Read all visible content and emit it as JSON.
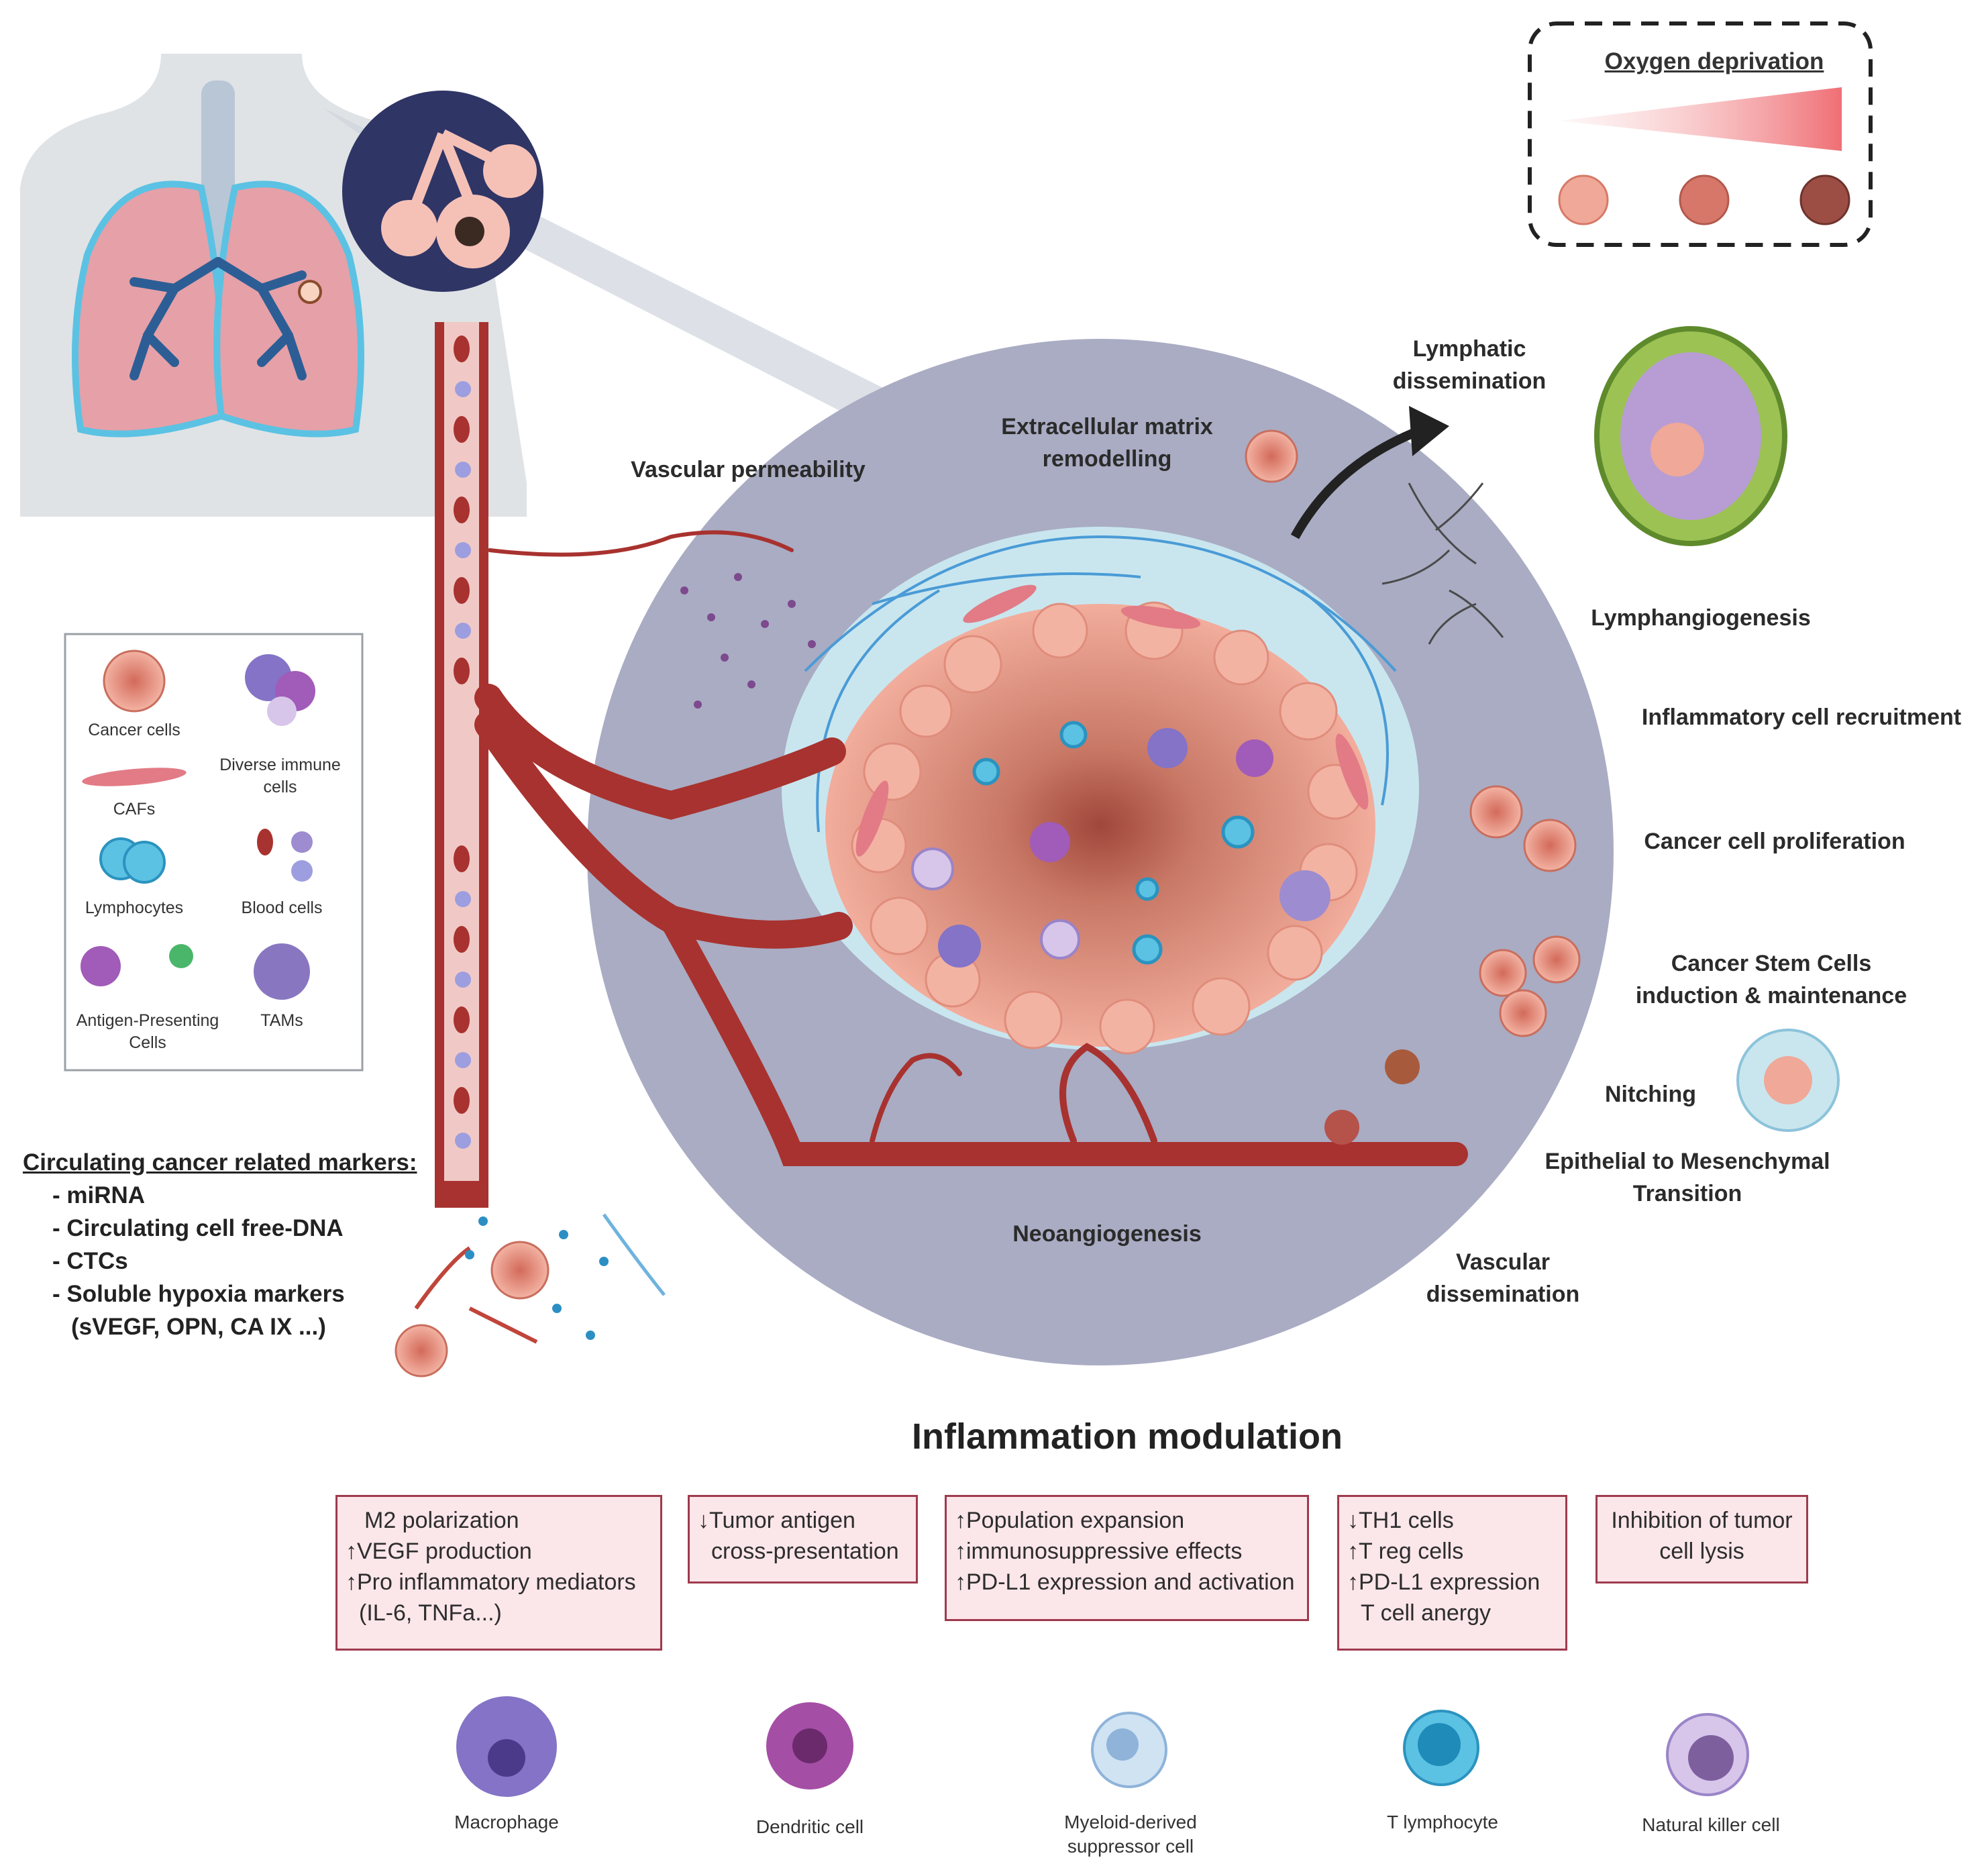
{
  "oxygen_deprivation": {
    "title": "Oxygen deprivation"
  },
  "legend": [
    {
      "label": [
        "Cancer cells"
      ]
    },
    {
      "label": [
        "Diverse immune",
        "cells"
      ]
    },
    {
      "label": [
        "CAFs"
      ]
    },
    {
      "label": [
        "Lymphocytes"
      ]
    },
    {
      "label": [
        "Blood cells"
      ]
    },
    {
      "label": [
        "Antigen-Presenting",
        "Cells"
      ]
    },
    {
      "label": [
        "TAMs"
      ]
    }
  ],
  "process_labels": {
    "lymphatic_dissemination": [
      "Lymphatic",
      "dissemination"
    ],
    "ecm_remodelling": [
      "Extracellular matrix",
      "remodelling"
    ],
    "vascular_permeability": [
      "Vascular permeability"
    ],
    "lymphangiogenesis": [
      "Lymphangiogenesis"
    ],
    "inflammatory_recruitment": [
      "Inflammatory cell recruitment"
    ],
    "proliferation": [
      "Cancer cell proliferation"
    ],
    "stem_cells": [
      "Cancer Stem Cells",
      "induction & maintenance"
    ],
    "nitching": [
      "Nitching"
    ],
    "emt": [
      "Epithelial to Mesenchymal",
      "Transition"
    ],
    "neoangiogenesis": [
      "Neoangiogenesis"
    ],
    "vascular_dissemination": [
      "Vascular",
      "dissemination"
    ]
  },
  "markers": {
    "title": "Circulating cancer related markers:",
    "items": [
      "- miRNA",
      "- Circulating cell free-DNA",
      "- CTCs",
      "- Soluble hypoxia markers"
    ],
    "continuation": "(sVEGF, OPN, CA IX ...)"
  },
  "inflammation": {
    "title": "Inflammation modulation",
    "boxes": [
      {
        "lines": [
          "M2 polarization",
          "↑VEGF production",
          "↑Pro inflammatory mediators",
          "  (IL-6, TNFa...)"
        ]
      },
      {
        "lines": [
          "↓Tumor antigen",
          "  cross-presentation"
        ]
      },
      {
        "lines": [
          "↑Population expansion",
          "↑immunosuppressive effects",
          "↑PD-L1 expression and activation"
        ]
      },
      {
        "lines": [
          "↓TH1 cells",
          "↑T reg cells",
          "↑PD-L1 expression",
          "  T cell anergy"
        ]
      },
      {
        "lines": [
          "Inhibition of tumor",
          "cell lysis"
        ]
      }
    ],
    "cells": [
      {
        "label": [
          "Macrophage"
        ]
      },
      {
        "label": [
          "Dendritic cell"
        ]
      },
      {
        "label": [
          "Myeloid-derived",
          "suppressor cell"
        ]
      },
      {
        "label": [
          "T lymphocyte"
        ]
      },
      {
        "label": [
          "Natural killer cell"
        ]
      }
    ]
  },
  "colors": {
    "vessel": "#a8322f",
    "tumor": "#f0a898",
    "microenvironment": "#a9acc3",
    "box_fill": "#fbe6ea",
    "box_border": "#9e3a4d"
  }
}
